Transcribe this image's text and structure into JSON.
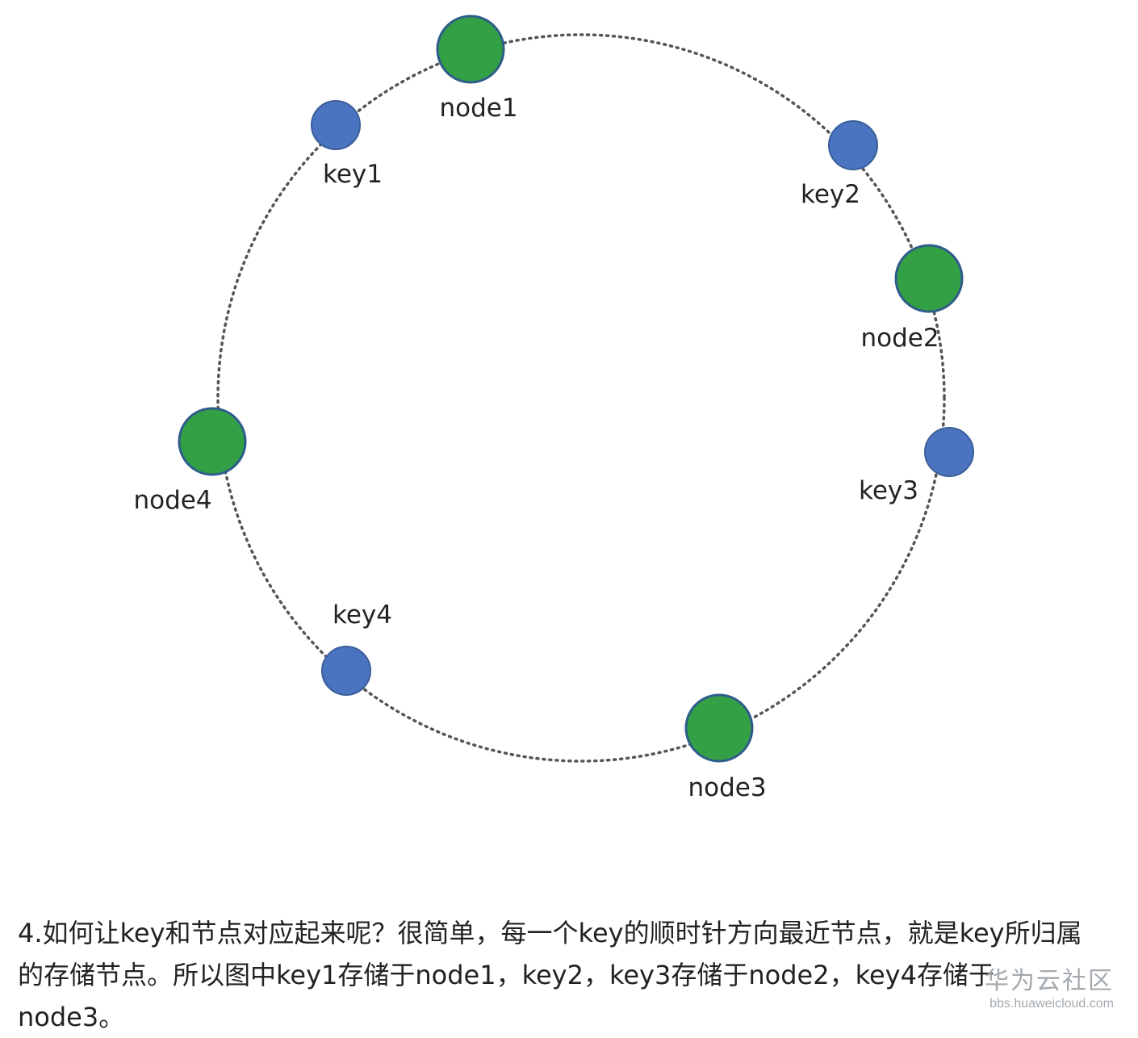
{
  "diagram": {
    "nodes": [
      {
        "id": "node1",
        "label": "node1",
        "color": "#33a045"
      },
      {
        "id": "node2",
        "label": "node2",
        "color": "#33a045"
      },
      {
        "id": "node3",
        "label": "node3",
        "color": "#33a045"
      },
      {
        "id": "node4",
        "label": "node4",
        "color": "#33a045"
      }
    ],
    "keys": [
      {
        "id": "key1",
        "label": "key1",
        "color": "#4a74bf"
      },
      {
        "id": "key2",
        "label": "key2",
        "color": "#4a74bf"
      },
      {
        "id": "key3",
        "label": "key3",
        "color": "#4a74bf"
      },
      {
        "id": "key4",
        "label": "key4",
        "color": "#4a74bf"
      }
    ]
  },
  "caption": {
    "text": "4.如何让key和节点对应起来呢？很简单，每一个key的顺时针方向最近节点，就是key所归属的存储节点。所以图中key1存储于node1，key2，key3存储于node2，key4存储于node3。"
  },
  "watermark": {
    "name": "华为云社区",
    "url": "bbs.huaweicloud.com"
  }
}
